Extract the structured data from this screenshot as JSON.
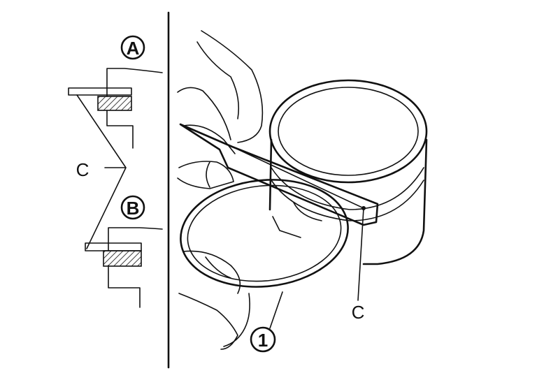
{
  "labels": {
    "circle_a": "A",
    "circle_b": "B",
    "callout_c_left": "C",
    "callout_c_right": "C",
    "callout_ring": "1"
  }
}
